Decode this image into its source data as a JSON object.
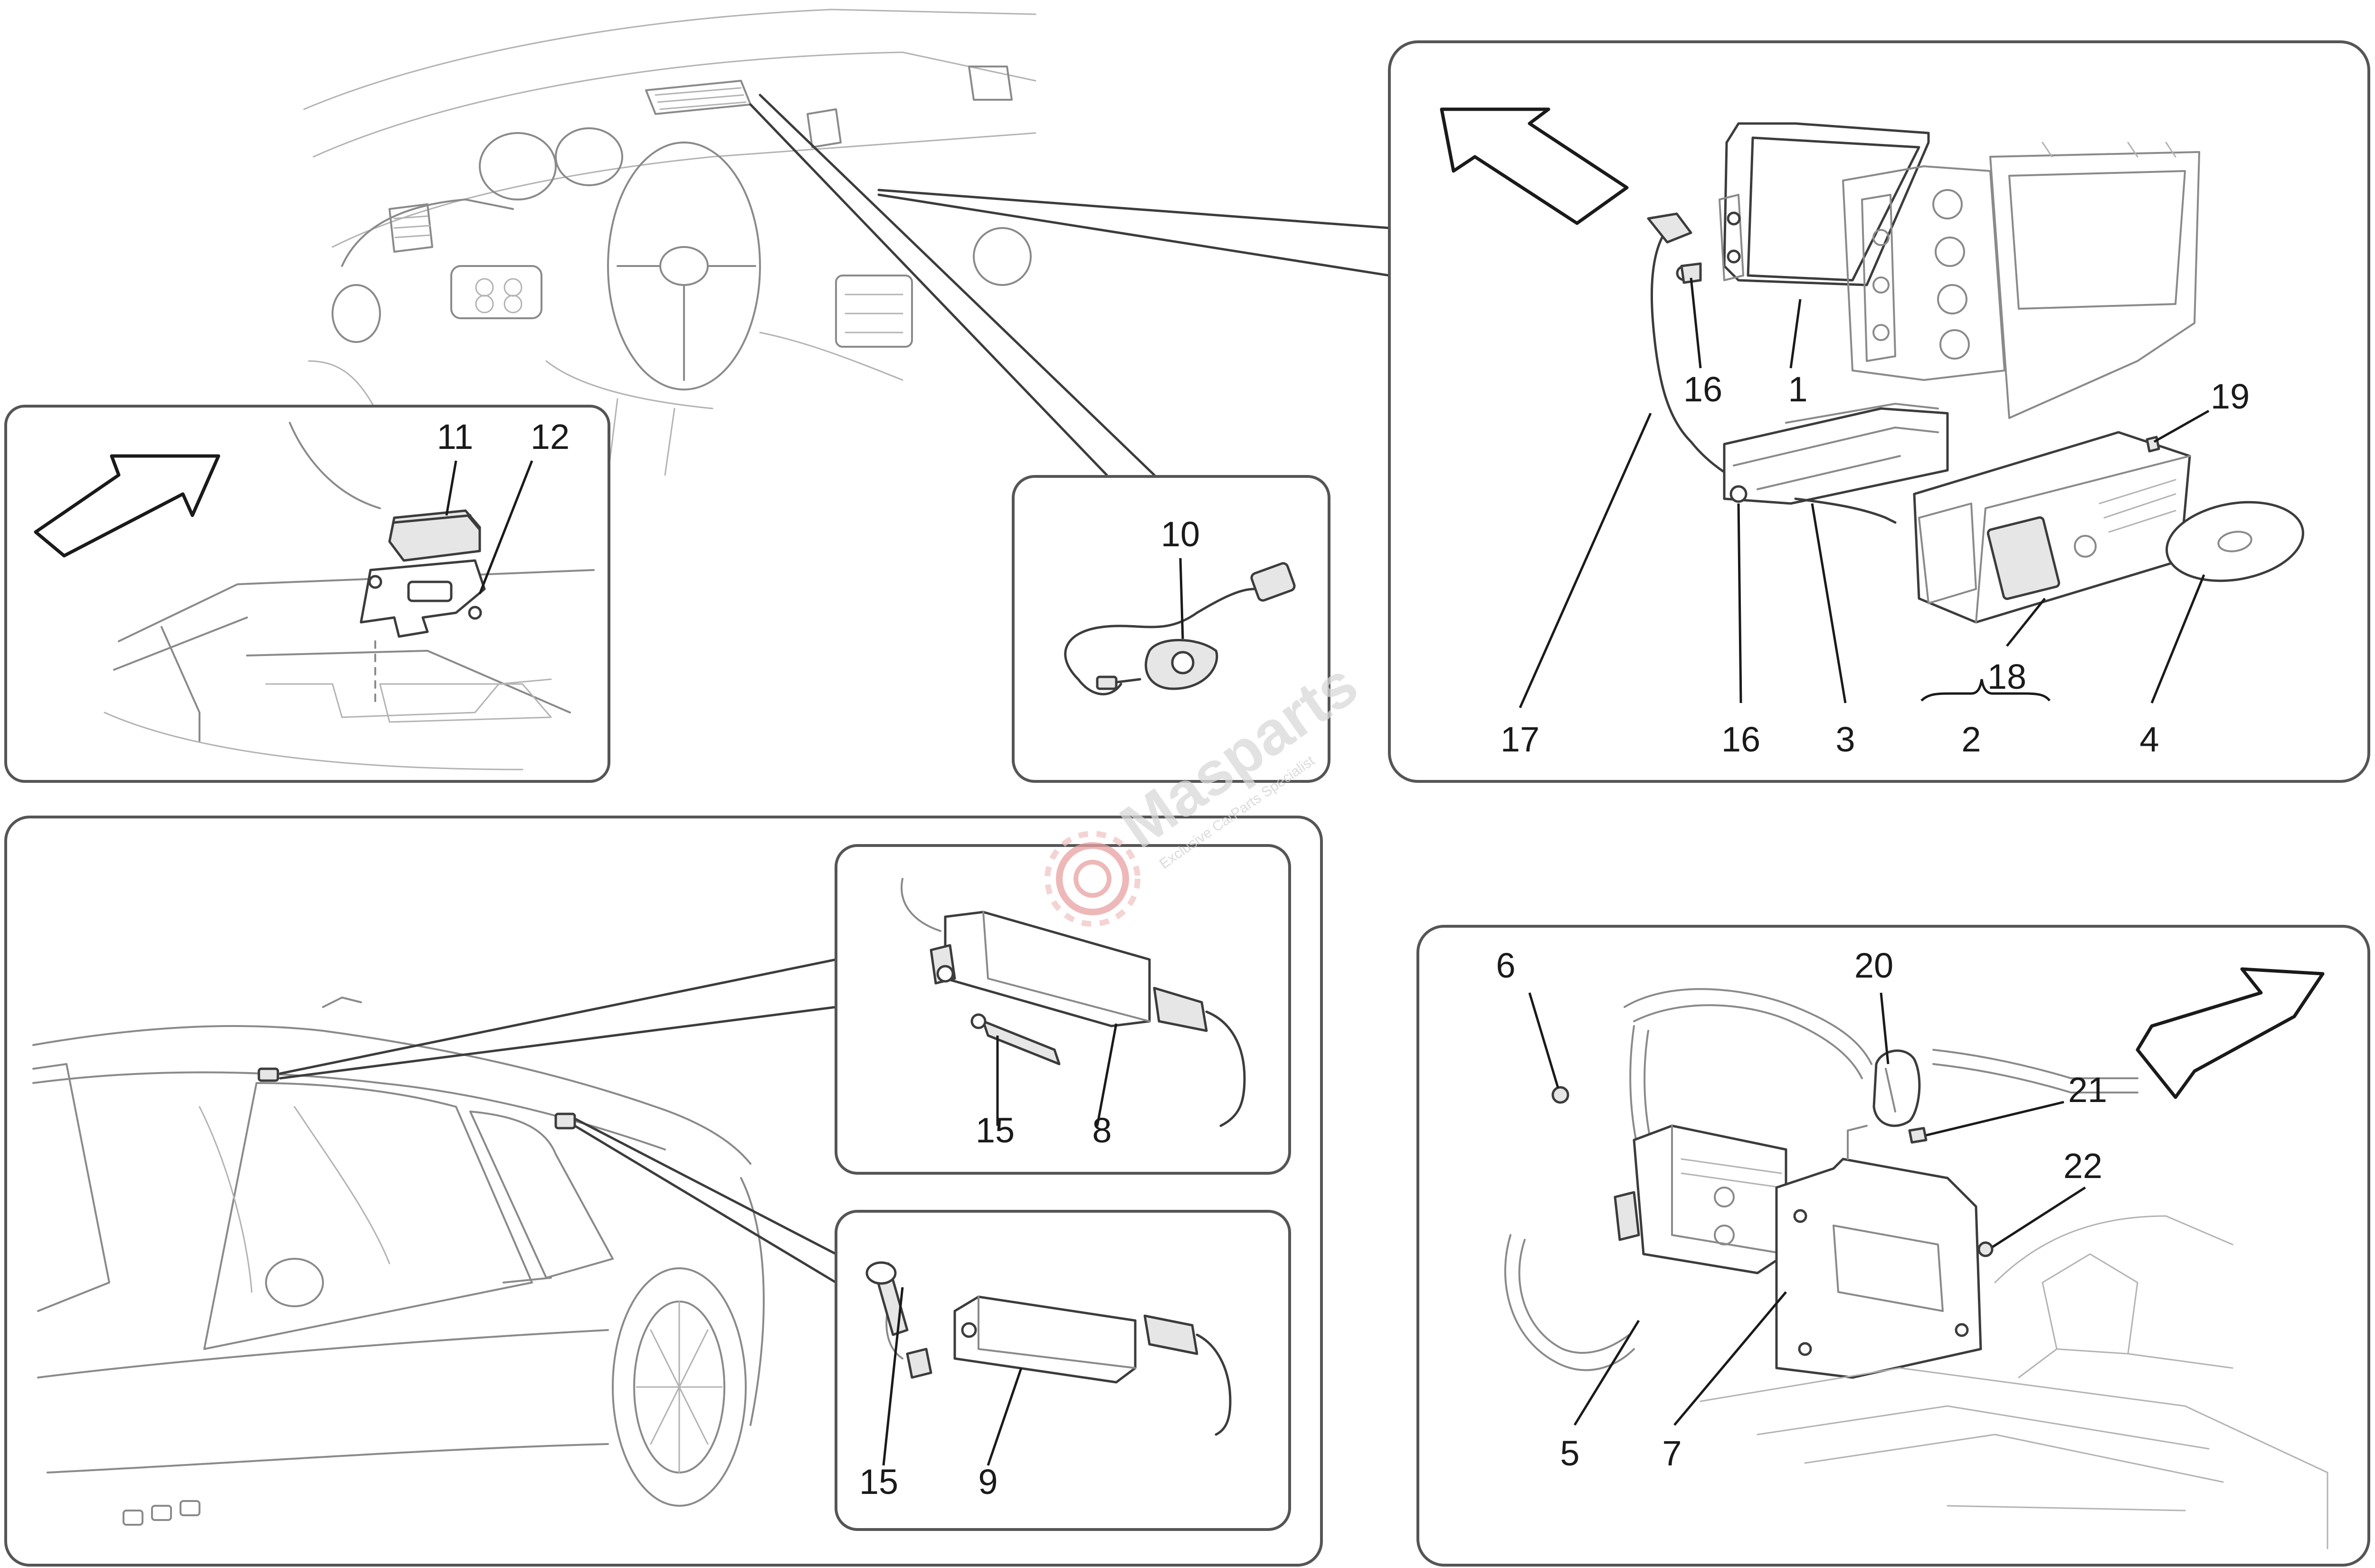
{
  "figure": {
    "kind": "exploded parts diagram",
    "panels": [
      "dashboard-overview",
      "antenna-amplifier-detail",
      "gps-connector-detail",
      "infotainment-unit-detail",
      "car-side-overview",
      "roof-antenna-module-detail",
      "window-antenna-module-detail",
      "control-module-detail"
    ]
  },
  "callouts": {
    "c1": "1",
    "c2": "2",
    "c3": "3",
    "c4": "4",
    "c5": "5",
    "c6": "6",
    "c7": "7",
    "c8": "8",
    "c9": "9",
    "c10": "10",
    "c11": "11",
    "c12": "12",
    "c15a": "15",
    "c15b": "15",
    "c16a": "16",
    "c16b": "16",
    "c17": "17",
    "c18": "18",
    "c19": "19",
    "c20": "20",
    "c21": "21",
    "c22": "22"
  },
  "watermark": {
    "brand": "Masparts",
    "tagline": "Exclusive CarParts Specialist",
    "color": "#e8a0a0"
  },
  "icons": {
    "direction_arrow": "front-direction-arrow-icon",
    "watermark_logo": "gear-logo-icon"
  }
}
